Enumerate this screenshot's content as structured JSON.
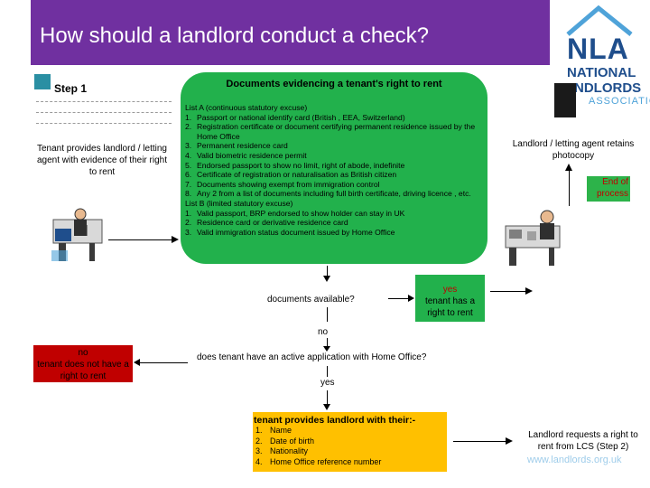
{
  "title": "How should a landlord conduct a check?",
  "logo": {
    "abbr": "NLA",
    "line1": "NATIONAL",
    "line2": "LANDLORDS",
    "line3": "ASSOCIATION"
  },
  "step_label": "Step 1",
  "left_text": "Tenant provides landlord / letting agent with evidence of their right to rent",
  "documents_box": {
    "title": "Documents evidencing a tenant's right to rent",
    "list_a_heading": "List A (continuous statutory excuse)",
    "list_a": [
      {
        "num": "1.",
        "text": "Passport or national identify card (British , EEA, Switzerland)"
      },
      {
        "num": "2.",
        "text": "Registration certificate or document certifying permanent residence issued by the Home Office"
      },
      {
        "num": "3.",
        "text": "Permanent residence card"
      },
      {
        "num": "4.",
        "text": "Valid biometric residence permit"
      },
      {
        "num": "5.",
        "text": "Endorsed passport to show no limit, right of abode, indefinite"
      },
      {
        "num": "6.",
        "text": "Certificate of registration or naturalisation as British citizen"
      },
      {
        "num": "7.",
        "text": "Documents showing exempt from immigration control"
      },
      {
        "num": "8.",
        "text": "Any 2 from a list of documents including full birth certificate, driving licence , etc."
      }
    ],
    "list_b_heading": "List B (limited statutory excuse)",
    "list_b": [
      {
        "num": "1.",
        "text": "Valid passport, BRP endorsed to show holder can stay in UK"
      },
      {
        "num": "2.",
        "text": "Residence card or derivative residence card"
      },
      {
        "num": "3.",
        "text": "Valid immigration status document issued by Home Office"
      }
    ]
  },
  "right_text": "Landlord / letting agent retains photocopy",
  "end_box": "End of process",
  "question1": "documents available?",
  "yes_box": {
    "word": "yes",
    "text": "tenant has a right to rent"
  },
  "no_label": "no",
  "red_box": {
    "word": "no",
    "text": "tenant does not have a right to rent"
  },
  "question2": "does tenant have an active application with Home Office?",
  "yes_label": "yes",
  "yellow_box": {
    "title": "tenant provides landlord with their:-",
    "items": [
      {
        "num": "1.",
        "text": "Name"
      },
      {
        "num": "2.",
        "text": "Date of birth"
      },
      {
        "num": "3.",
        "text": "Nationality"
      },
      {
        "num": "4.",
        "text": "Home Office reference number"
      }
    ]
  },
  "bottom_right_text": "Landlord requests a right to rent from LCS (Step 2)",
  "website": "www.landlords.org.uk",
  "colors": {
    "title_bar": "#7030a0",
    "documents_box": "#22b14c",
    "no_box": "#c00000",
    "provide_box": "#ffc000",
    "logo": "#1f4e8c"
  }
}
